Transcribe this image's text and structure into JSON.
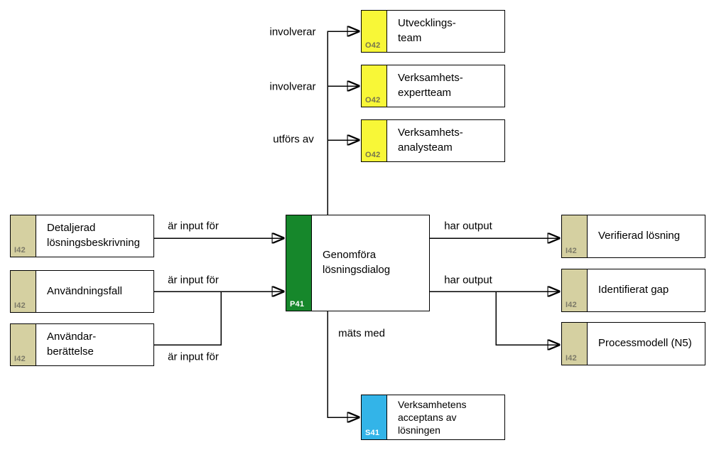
{
  "diagram": {
    "colors": {
      "process_green": "#16872b",
      "org_yellow": "#f8f737",
      "information_khaki": "#d5d0a1",
      "measure_blue": "#33b4e8",
      "line_black": "#000000"
    },
    "nodes": {
      "center": {
        "code": "P41",
        "label": "Genomföra\nlösningsdialog"
      },
      "top": [
        {
          "code": "O42",
          "label": "Utvecklings-\nteam"
        },
        {
          "code": "O42",
          "label": "Verksamhets-\nexpertteam"
        },
        {
          "code": "O42",
          "label": "Verksamhets-\nanalysteam"
        }
      ],
      "left": [
        {
          "code": "I42",
          "label": "Detaljerad\nlösningsbeskrivning"
        },
        {
          "code": "I42",
          "label": "Användningsfall"
        },
        {
          "code": "I42",
          "label": "Användar-\nberättelse"
        }
      ],
      "right": [
        {
          "code": "I42",
          "label": "Verifierad lösning"
        },
        {
          "code": "I42",
          "label": "Identifierat gap"
        },
        {
          "code": "I42",
          "label": "Processmodell (N5)"
        }
      ],
      "bottom": {
        "code": "S41",
        "label": "Verksamhetens\nacceptans av\nlösningen"
      }
    },
    "edge_labels": {
      "top": [
        {
          "label": "involverar"
        },
        {
          "label": "involverar"
        },
        {
          "label": "utförs av"
        }
      ],
      "left": [
        {
          "label": "är input för"
        },
        {
          "label": "är input för"
        },
        {
          "label": "är input för"
        }
      ],
      "right": [
        {
          "label": "har output"
        },
        {
          "label": "har output"
        }
      ],
      "bottom": {
        "label": "mäts med"
      }
    }
  }
}
